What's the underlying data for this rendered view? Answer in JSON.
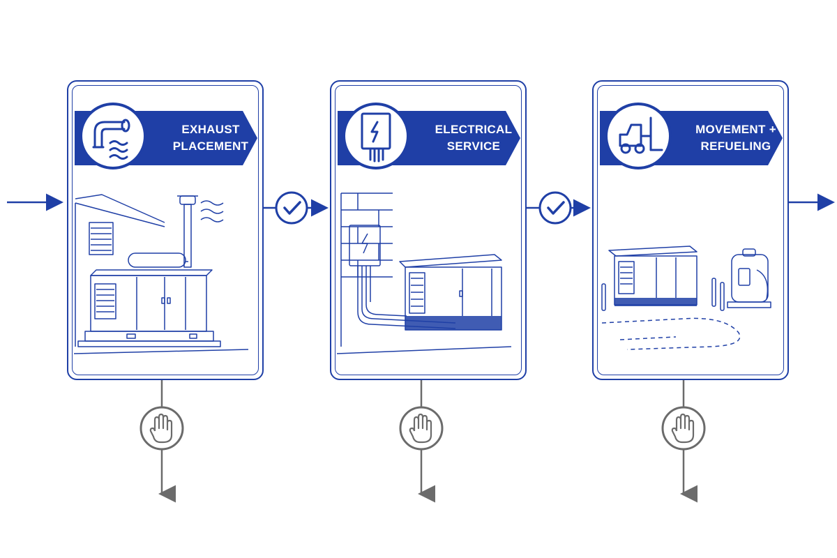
{
  "steps": [
    {
      "title": "EXHAUST\nPLACEMENT",
      "icon": "exhaust-pipe-icon",
      "scene": "generator-exhaust-scene"
    },
    {
      "title": "ELECTRICAL\nSERVICE",
      "icon": "electrical-panel-icon",
      "scene": "generator-electrical-scene"
    },
    {
      "title": "MOVEMENT +\nREFUELING",
      "icon": "forklift-icon",
      "scene": "generator-refuel-scene"
    }
  ],
  "connectors": [
    "checkmark-icon",
    "checkmark-icon"
  ],
  "stops": [
    "stop-hand-icon",
    "stop-hand-icon",
    "stop-hand-icon"
  ],
  "colors": {
    "primary": "#1f3fa6",
    "stop_gray": "#6b6b6b",
    "background": "#ffffff"
  }
}
